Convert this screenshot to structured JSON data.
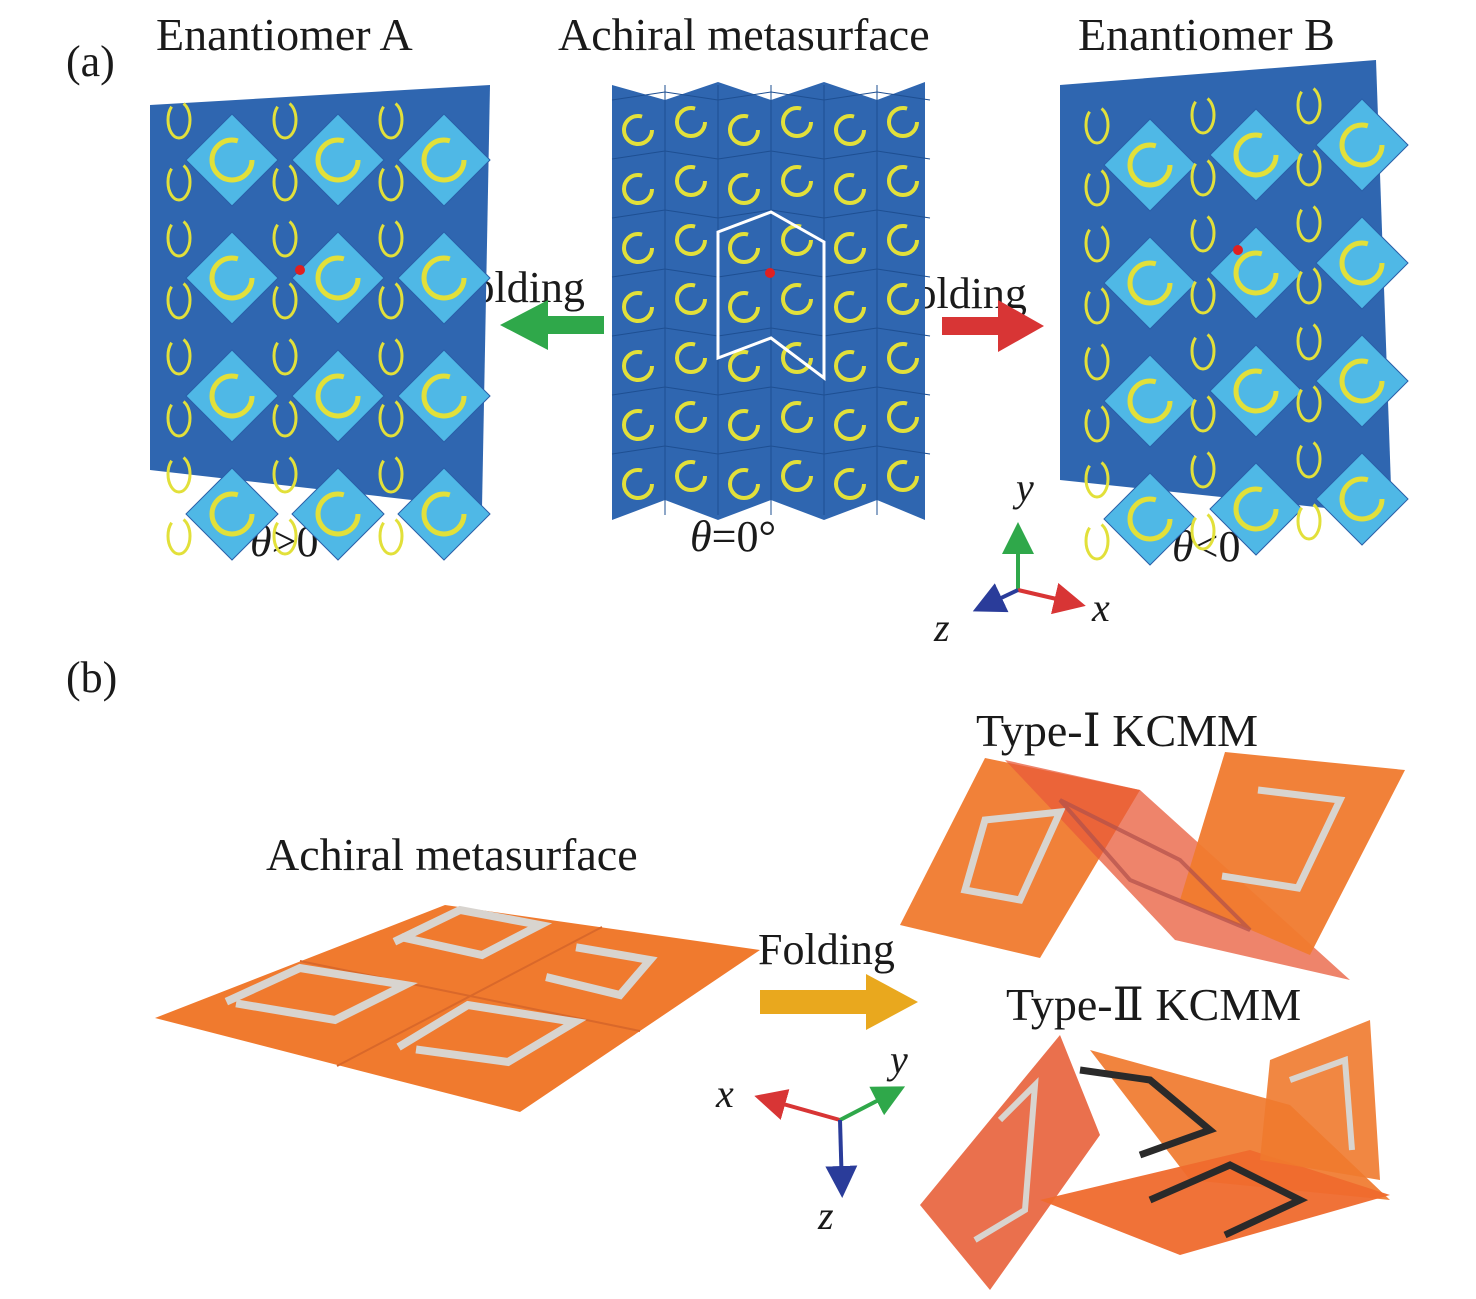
{
  "panel_a": {
    "label": "(a)",
    "left_title": "Enantiomer A",
    "center_title": "Achiral metasurface",
    "right_title": "Enantiomer B",
    "fold_left": "Folding",
    "fold_right": "Folding",
    "angle_left": {
      "sym": "θ",
      "rest": ">0°"
    },
    "angle_center": {
      "sym": "θ",
      "rest": "=0°"
    },
    "angle_right": {
      "sym": "θ",
      "rest": "<0°"
    },
    "axes": {
      "x": "x",
      "y": "y",
      "z": "z"
    }
  },
  "panel_b": {
    "label": "(b)",
    "flat_title": "Achiral metasurface",
    "fold": "Folding",
    "type1": "Type-Ⅰ KCMM",
    "type2": "Type-Ⅱ KCMM",
    "axes": {
      "x": "x",
      "y": "y",
      "z": "z"
    }
  },
  "colors": {
    "tile_dark": "#2f66b0",
    "tile_light": "#4fb8e6",
    "ring": "#e2e03a",
    "arrow_green": "#2fa84a",
    "arrow_red": "#d83535",
    "arrow_yellow": "#e9a81e",
    "sheet_orange": "#f07a2e",
    "axis_x": "#d83535",
    "axis_y": "#2fa84a",
    "axis_z": "#2a3c9a"
  }
}
